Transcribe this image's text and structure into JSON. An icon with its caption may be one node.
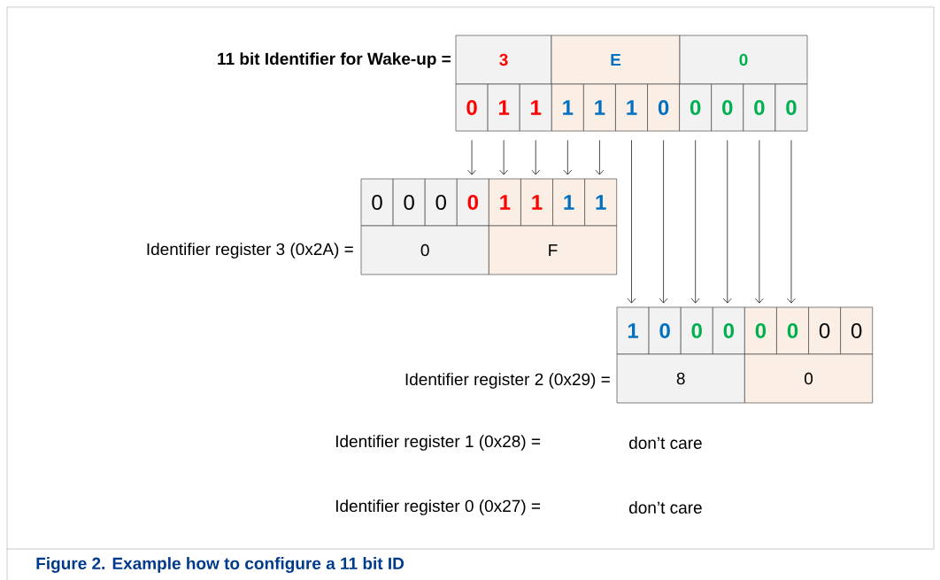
{
  "diagram": {
    "caption": "Figure 2. Example how to configure a 11 bit ID",
    "nodes": [
      {
        "text": [
          "3"
        ]
      },
      {
        "text": [
          "E"
        ]
      },
      {
        "text": [
          "0"
        ]
      },
      {
        "text": [
          "0"
        ]
      },
      {
        "text": [
          "1"
        ]
      },
      {
        "text": [
          "1"
        ]
      },
      {
        "text": [
          "1"
        ]
      },
      {
        "text": [
          "1"
        ]
      },
      {
        "text": [
          "1"
        ]
      },
      {
        "text": [
          "0"
        ]
      },
      {
        "text": [
          "0"
        ]
      },
      {
        "text": [
          "0"
        ]
      },
      {
        "text": [
          "0"
        ]
      },
      {
        "text": [
          "0"
        ]
      },
      {
        "text": [
          "0"
        ]
      },
      {
        "text": [
          "0"
        ]
      },
      {
        "text": [
          "0"
        ]
      },
      {
        "text": [
          "0"
        ]
      },
      {
        "text": [
          "1"
        ]
      },
      {
        "text": [
          "1"
        ]
      },
      {
        "text": [
          "1"
        ]
      },
      {
        "text": [
          "1"
        ]
      },
      {
        "text": [
          "0"
        ]
      },
      {
        "text": [
          "F"
        ]
      },
      {
        "text": [
          "1"
        ]
      },
      {
        "text": [
          "0"
        ]
      },
      {
        "text": [
          "0"
        ]
      },
      {
        "text": [
          "0"
        ]
      },
      {
        "text": [
          "0"
        ]
      },
      {
        "text": [
          "0"
        ]
      },
      {
        "text": [
          "0"
        ]
      },
      {
        "text": [
          "0"
        ]
      },
      {
        "text": [
          "8"
        ]
      },
      {
        "text": [
          "0"
        ]
      }
    ],
    "edges": [
      {
        "from": 3,
        "to": 17,
        "arrow": "to"
      },
      {
        "from": 4,
        "to": 18,
        "arrow": "to"
      },
      {
        "from": 5,
        "to": 19,
        "arrow": "to"
      },
      {
        "from": 6,
        "to": 20,
        "arrow": "to"
      },
      {
        "from": 7,
        "to": 21,
        "arrow": "to"
      },
      {
        "from": 8,
        "to": 24,
        "arrow": "to"
      },
      {
        "from": 9,
        "to": 25,
        "arrow": "to"
      },
      {
        "from": 10,
        "to": 26,
        "arrow": "to"
      },
      {
        "from": 11,
        "to": 27,
        "arrow": "to"
      },
      {
        "from": 12,
        "to": 28,
        "arrow": "to"
      },
      {
        "from": 13,
        "to": 29,
        "arrow": "to"
      }
    ],
    "labels": [
      "11 bit Identifier for Wake-up =",
      "Identifier register 3 (0x2A) =",
      "Identifier register 2 (0x29) =",
      "Identifier register 1 (0x28) =",
      "don’t care",
      "Identifier register 0 (0x27) =",
      "don’t care"
    ]
  }
}
